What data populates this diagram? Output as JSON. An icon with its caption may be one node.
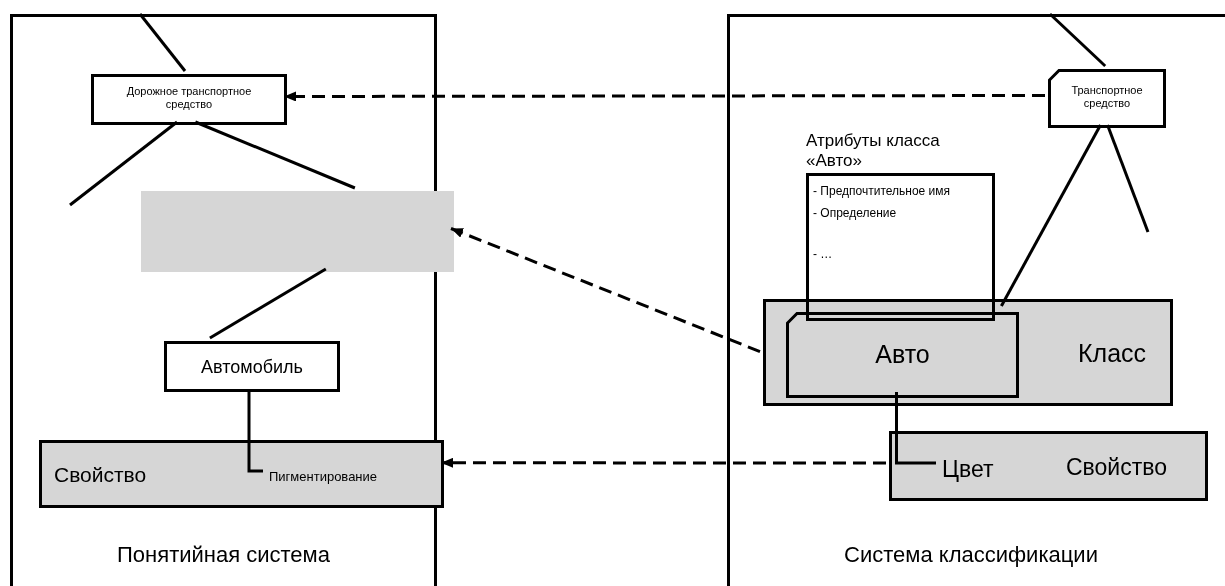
{
  "diagram": {
    "nodes": [
      {
        "text": [
          "Понятийная система"
        ]
      },
      {
        "text": [
          "Дорожное транспортное средство"
        ],
        "in": 0
      },
      {
        "text": [],
        "shape": "box",
        "in": 0
      },
      {
        "text": [
          "Автомобиль"
        ],
        "in": 0
      },
      {
        "text": [
          "Свойство"
        ],
        "in": 0
      },
      {
        "text": [
          "Пигментирование"
        ],
        "in": 4
      },
      {
        "text": [
          "Система классификации"
        ]
      },
      {
        "text": [
          "Транспортное средство"
        ],
        "in": 6
      },
      {
        "text": [
          "Атрибуты класса «Авто»",
          "- Предпочтительное имя",
          "- Определение",
          "- …"
        ],
        "in": 6
      },
      {
        "text": [
          "Класс"
        ],
        "in": 6
      },
      {
        "text": [
          "Авто"
        ],
        "in": 9
      },
      {
        "text": [
          "Свойство"
        ],
        "in": 6
      },
      {
        "text": [
          "Цвет"
        ],
        "in": 11
      }
    ],
    "edges": [
      {
        "from": null,
        "to": 1,
        "arrow": "none"
      },
      {
        "from": 1,
        "to": null,
        "arrow": "none"
      },
      {
        "from": 1,
        "to": 2,
        "arrow": "none"
      },
      {
        "from": 2,
        "to": 3,
        "arrow": "none"
      },
      {
        "from": 3,
        "to": 5,
        "arrow": "none"
      },
      {
        "from": 7,
        "to": 1,
        "arrow": "to",
        "style": "dashed"
      },
      {
        "from": 9,
        "to": 2,
        "arrow": "to",
        "style": "dashed"
      },
      {
        "from": 11,
        "to": 4,
        "arrow": "to",
        "style": "dashed"
      },
      {
        "from": null,
        "to": 7,
        "arrow": "none"
      },
      {
        "from": 7,
        "to": 10,
        "arrow": "none"
      },
      {
        "from": 7,
        "to": null,
        "arrow": "none"
      },
      {
        "from": 10,
        "to": 12,
        "arrow": "none"
      }
    ]
  }
}
